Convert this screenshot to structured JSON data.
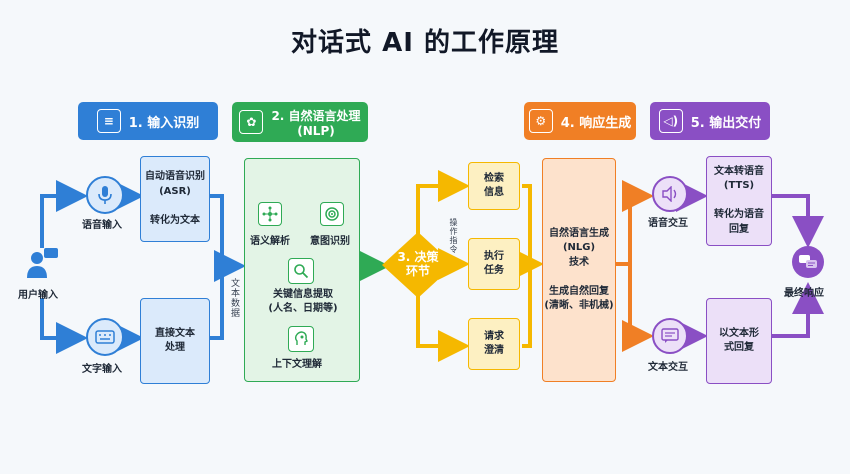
{
  "title": "对话式 AI 的工作原理",
  "stages": {
    "s1": "1. 输入识别",
    "s2": "2. 自然语言处理\n(NLP)",
    "s3": "3. 决策\n环节",
    "s4": "4. 响应生成",
    "s5": "5. 输出交付"
  },
  "input": {
    "user": "用户输入",
    "voice": "语音输入",
    "text": "文字输入",
    "asr": "自动语音识别\n(ASR)\n\n转化为文本",
    "direct": "直接文本\n处理",
    "flow_label": "文本数据"
  },
  "nlp": {
    "semantic": "语义解析",
    "intent": "意图识别",
    "extract": "关键信息提取\n(人名、日期等)",
    "context": "上下文理解"
  },
  "decision": {
    "flow_label": "操作指令",
    "search": "检索\n信息",
    "execute": "执行\n任务",
    "clarify": "请求\n澄清"
  },
  "nlg": {
    "text": "自然语言生成\n(NLG)\n技术\n\n生成自然回复\n(清晰、非机械)"
  },
  "output": {
    "voice_label": "语音交互",
    "text_label": "文本交互",
    "tts": "文本转语音\n(TTS)\n\n转化为语音\n回复",
    "textform": "以文本形\n式回复",
    "final": "最终响应"
  },
  "colors": {
    "blue": "#2f7fd6",
    "green": "#2faa55",
    "yellow": "#f5b800",
    "orange": "#f07f25",
    "purple": "#8a4fc4"
  }
}
